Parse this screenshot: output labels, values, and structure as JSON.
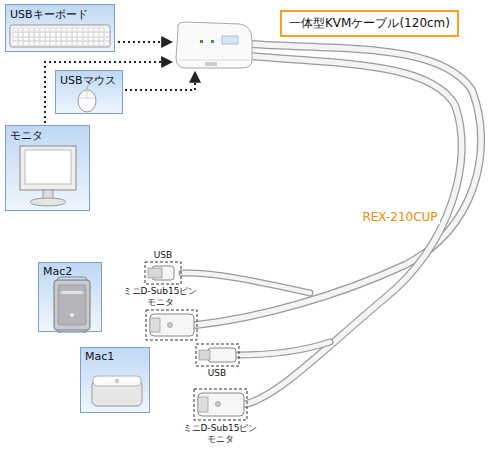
{
  "diagram": {
    "nodes": [
      {
        "text": [
          "USBキーボード"
        ]
      },
      {
        "text": [
          "一体型KVMケーブル(120cm)"
        ]
      },
      {
        "text": [
          "USBマウス"
        ]
      },
      {
        "text": [
          "モニタ"
        ]
      },
      {
        "text": [
          "Mac2"
        ]
      },
      {
        "text": [
          "Mac1"
        ]
      }
    ],
    "labels": [
      "REX-210CUP",
      "USB",
      "ミニD-Sub15ピン モニタ",
      "USB",
      "ミニD-Sub15ピン モニタ"
    ]
  }
}
